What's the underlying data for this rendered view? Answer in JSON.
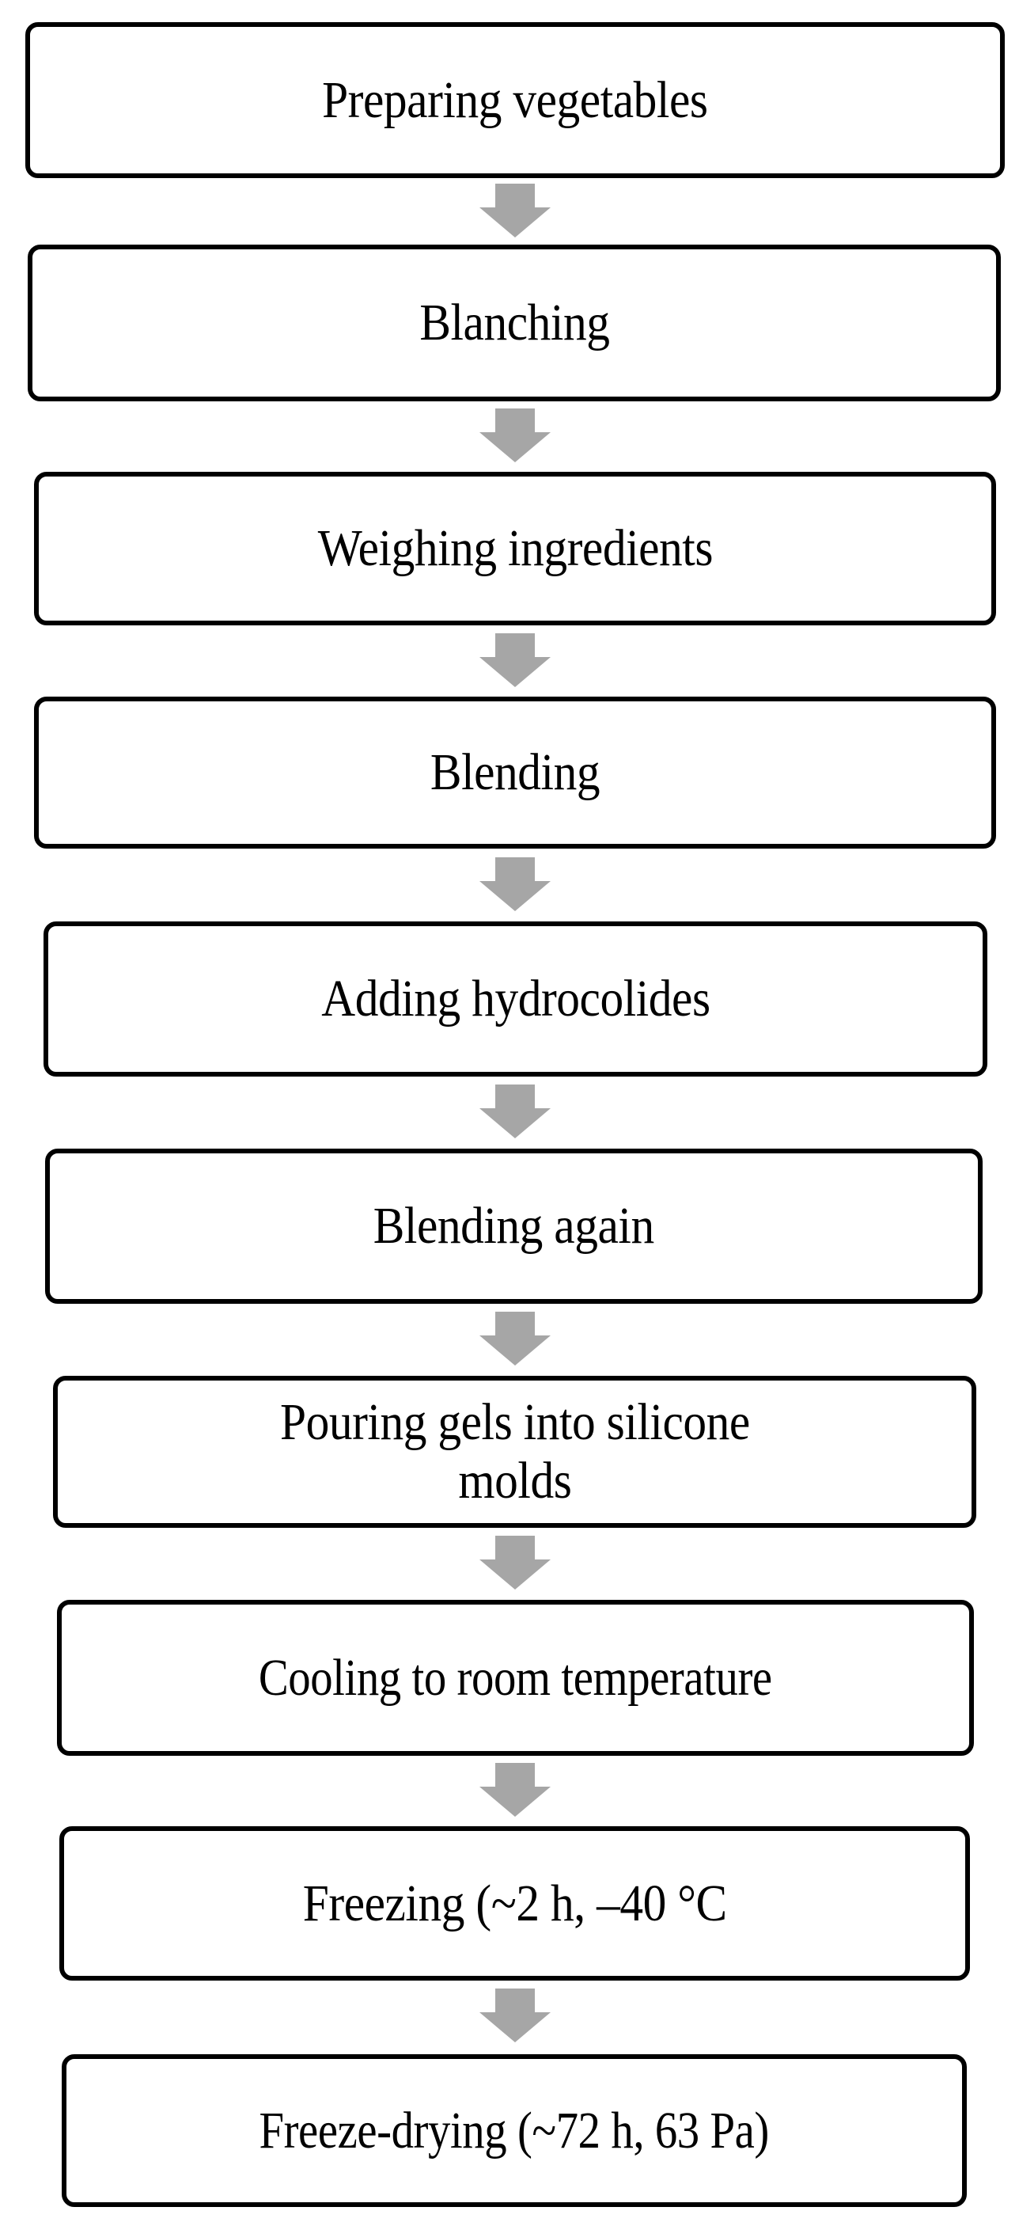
{
  "diagram": {
    "type": "vertical process flowchart",
    "arrow_color": "#a6a6a6",
    "box_border_color": "#000000",
    "box_fill_color": "#ffffff",
    "steps": [
      {
        "label": "Preparing vegetables"
      },
      {
        "label": "Blanching"
      },
      {
        "label": "Weighing ingredients"
      },
      {
        "label": "Blending"
      },
      {
        "label": "Adding hydrocolides"
      },
      {
        "label": "Blending again"
      },
      {
        "label": "Pouring gels into silicone\nmolds"
      },
      {
        "label": "Cooling to room temperature"
      },
      {
        "label": "Freezing (~2 h, –40 °C"
      },
      {
        "label": "Freeze-drying (~72 h, 63 Pa)"
      }
    ],
    "connections": [
      {
        "from": 0,
        "to": 1,
        "icon": "down-arrow-icon"
      },
      {
        "from": 1,
        "to": 2,
        "icon": "down-arrow-icon"
      },
      {
        "from": 2,
        "to": 3,
        "icon": "down-arrow-icon"
      },
      {
        "from": 3,
        "to": 4,
        "icon": "down-arrow-icon"
      },
      {
        "from": 4,
        "to": 5,
        "icon": "down-arrow-icon"
      },
      {
        "from": 5,
        "to": 6,
        "icon": "down-arrow-icon"
      },
      {
        "from": 6,
        "to": 7,
        "icon": "down-arrow-icon"
      },
      {
        "from": 7,
        "to": 8,
        "icon": "down-arrow-icon"
      },
      {
        "from": 8,
        "to": 9,
        "icon": "down-arrow-icon"
      }
    ]
  }
}
